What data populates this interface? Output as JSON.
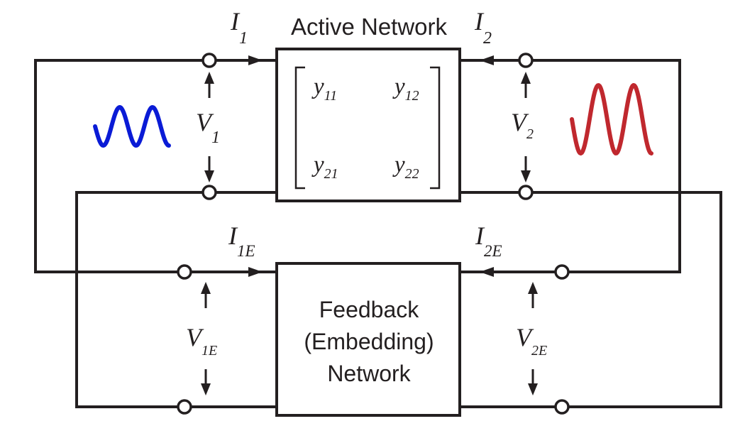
{
  "active_network": {
    "title": "Active Network",
    "matrix": {
      "y11": {
        "base": "y",
        "sub": "11"
      },
      "y12": {
        "base": "y",
        "sub": "12"
      },
      "y21": {
        "base": "y",
        "sub": "21"
      },
      "y22": {
        "base": "y",
        "sub": "22"
      }
    }
  },
  "feedback_network": {
    "line1": "Feedback",
    "line2": "(Embedding)",
    "line3": "Network"
  },
  "labels": {
    "I1": {
      "base": "I",
      "sub": "1"
    },
    "I2": {
      "base": "I",
      "sub": "2"
    },
    "V1": {
      "base": "V",
      "sub": "1"
    },
    "V2": {
      "base": "V",
      "sub": "2"
    },
    "I1E": {
      "base": "I",
      "sub": "1E"
    },
    "I2E": {
      "base": "I",
      "sub": "2E"
    },
    "V1E": {
      "base": "V",
      "sub": "1E"
    },
    "V2E": {
      "base": "V",
      "sub": "2E"
    }
  },
  "colors": {
    "input_signal": "#0a1bd6",
    "output_signal": "#c0282e",
    "wire": "#231f20"
  },
  "icons": {
    "input_signal": "sine-wave-icon",
    "output_signal": "amplified-sine-wave-icon"
  }
}
